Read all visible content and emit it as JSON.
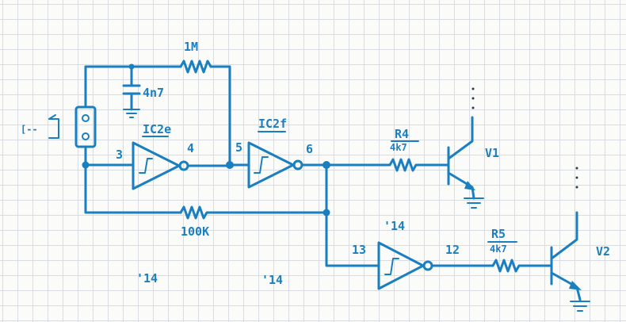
{
  "diagram": {
    "ink_color": "#1a7fc0",
    "components": {
      "r_feedback": {
        "value": "1M"
      },
      "capacitor": {
        "value": "4n7"
      },
      "ic_first": {
        "name": "IC2e",
        "in_pin": "3",
        "out_pin": "4",
        "part": "'14"
      },
      "ic_second": {
        "name": "IC2f",
        "in_pin": "5",
        "out_pin": "6",
        "part": "'14"
      },
      "ic_third": {
        "in_pin": "13",
        "out_pin": "12",
        "part": "'14"
      },
      "r_bottom": {
        "value": "100K"
      },
      "r4": {
        "name": "R4",
        "value": "4k7"
      },
      "r5": {
        "name": "R5",
        "value": "4k7"
      },
      "transistor_v1": {
        "name": "V1"
      },
      "transistor_v2": {
        "name": "V2"
      },
      "switch": {
        "symbol": "[--"
      }
    }
  }
}
